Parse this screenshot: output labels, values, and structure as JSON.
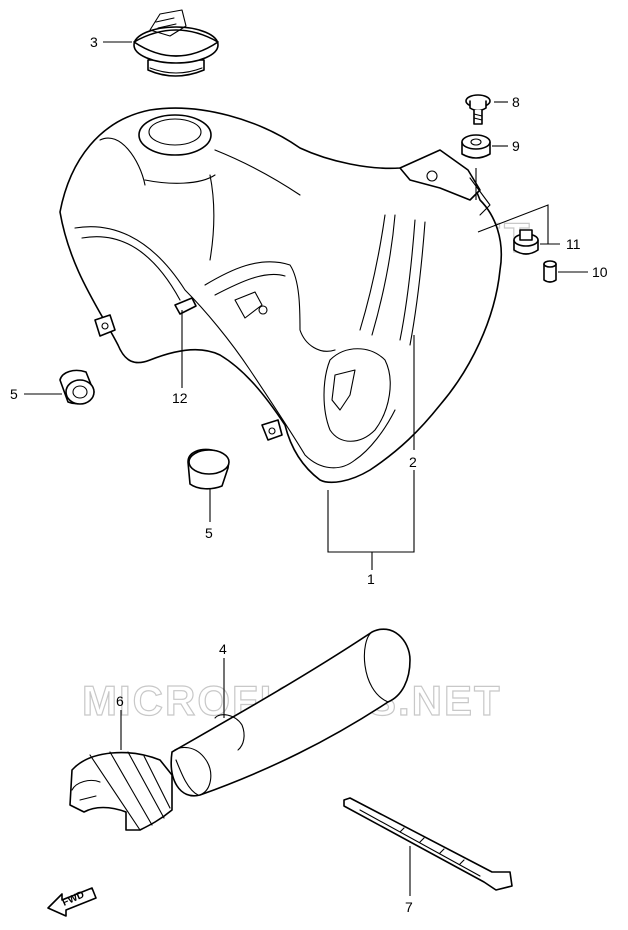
{
  "watermark": "MICROFICHES.NET",
  "callouts": {
    "c1": "1",
    "c2": "2",
    "c3": "3",
    "c4": "4",
    "c5a": "5",
    "c5b": "5",
    "c6": "6",
    "c7": "7",
    "c8": "8",
    "c9": "9",
    "c10": "10",
    "c11": "11",
    "c12": "12"
  },
  "fwd_label": "FWD",
  "colors": {
    "line": "#000000",
    "watermark": "#c8c8c8",
    "background": "#ffffff"
  }
}
